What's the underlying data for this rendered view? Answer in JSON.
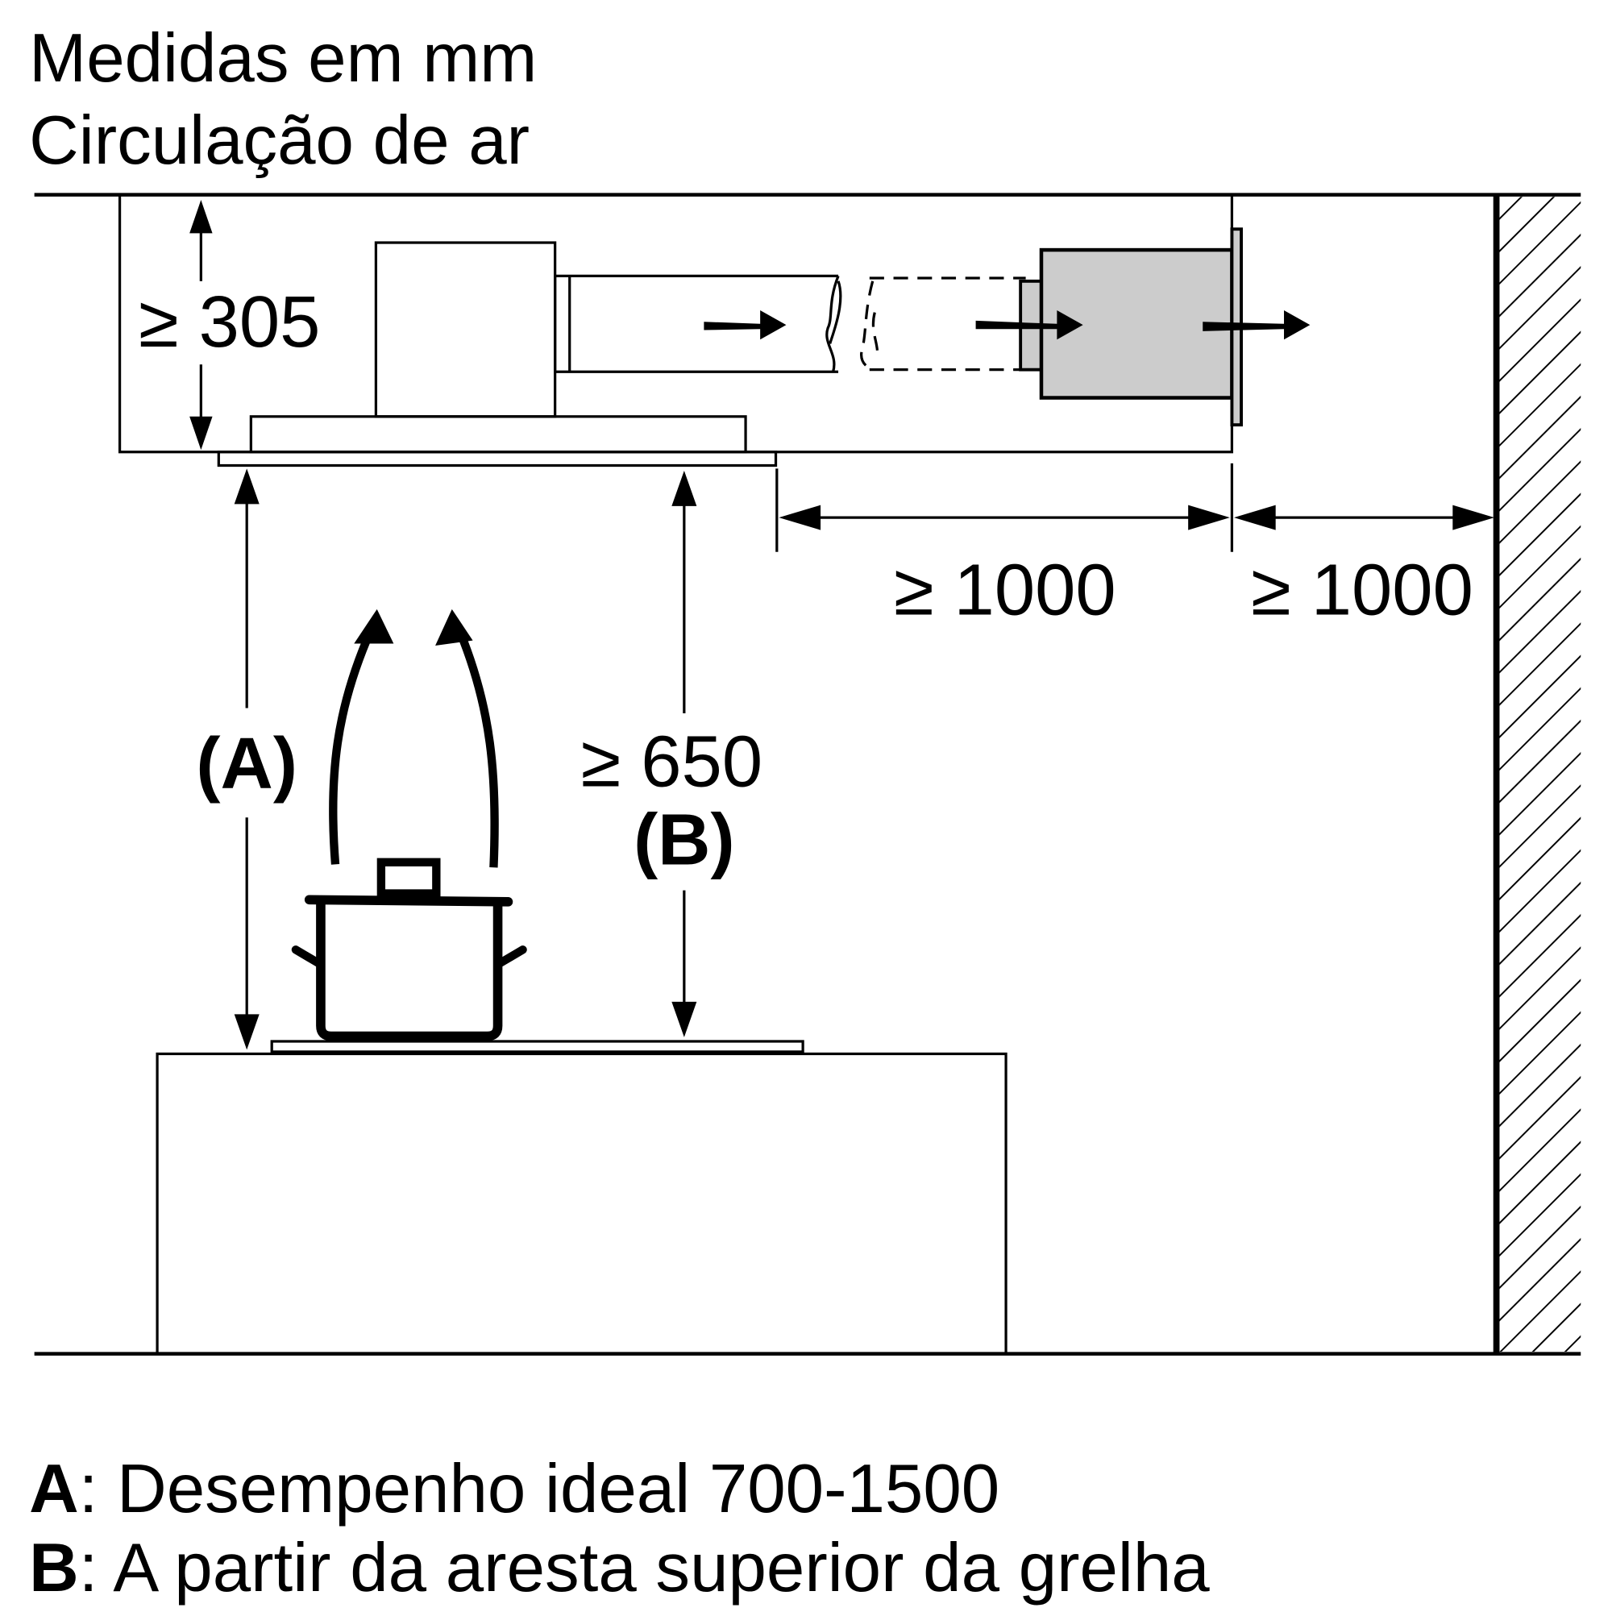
{
  "header": {
    "line1": "Medidas em mm",
    "line2": "Circulação de ar"
  },
  "dimensions": {
    "hood_height": "≥ 305",
    "duct_length": "≥ 1000",
    "wall_distance": "≥ 1000",
    "label_a": "(A)",
    "min_height": "≥ 650",
    "label_b": "(B)"
  },
  "legend": {
    "a_key": "A",
    "a_text": ": Desempenho ideal 700-1500",
    "b_key": "B",
    "b_text": ": A partir da aresta superior da grelha"
  },
  "colors": {
    "filter_fill": "#cccccc",
    "line": "#000000"
  }
}
